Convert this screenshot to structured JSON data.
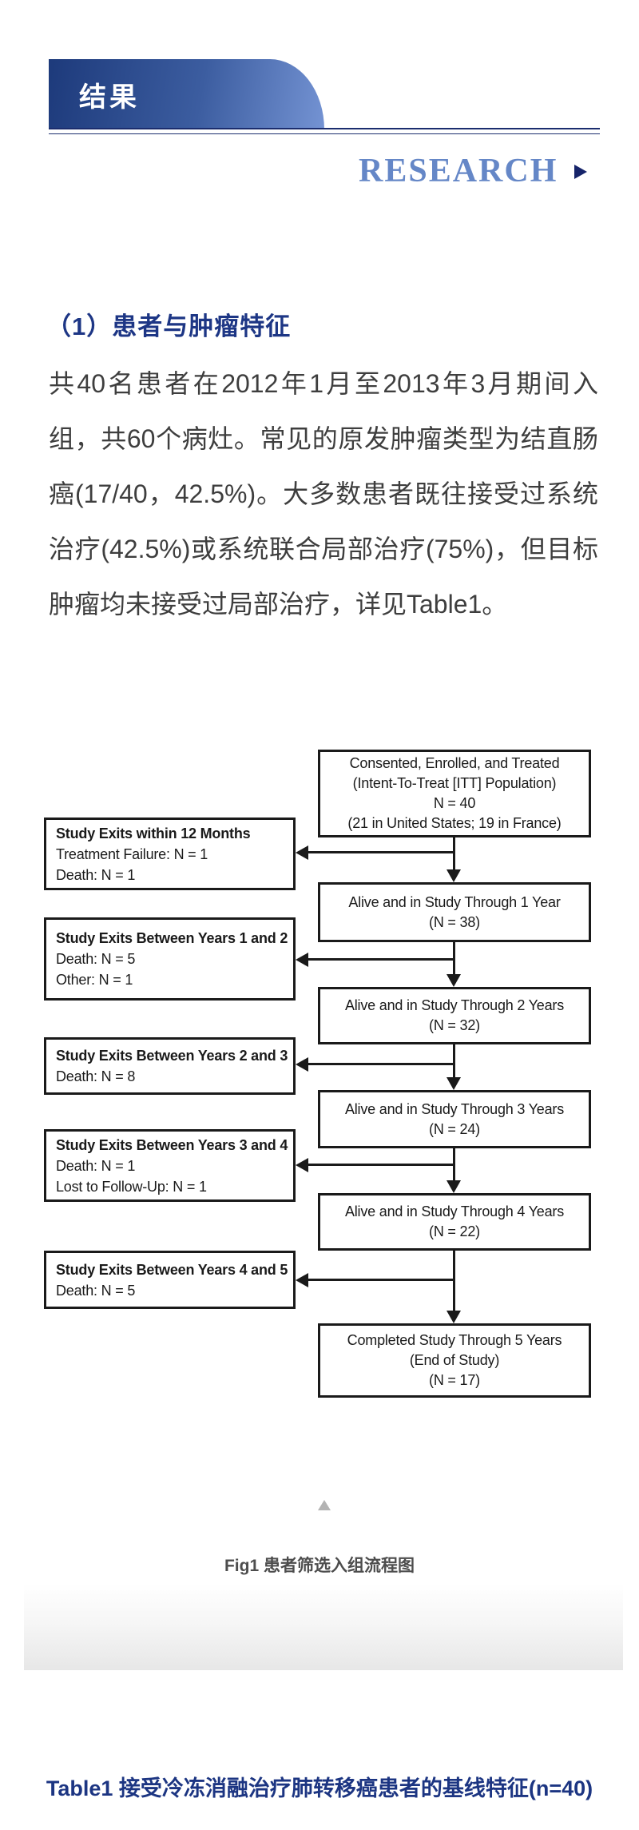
{
  "header": {
    "banner_title": "结果",
    "research_label": "RESEARCH"
  },
  "section": {
    "heading": "（1）患者与肿瘤特征",
    "paragraph": "共40名患者在2012年1月至2013年3月期间入组，共60个病灶。常见的原发肿瘤类型为结直肠癌(17/40，42.5%)。大多数患者既往接受过系统治疗(42.5%)或系统联合局部治疗(75%)，但目标肿瘤均未接受过局部治疗，详见Table1。"
  },
  "flowchart": {
    "main_boxes": [
      {
        "lines": [
          "Consented, Enrolled, and Treated",
          "(Intent-To-Treat [ITT] Population)",
          "N = 40",
          "(21 in United States; 19 in France)"
        ]
      },
      {
        "lines": [
          "Alive and in Study Through 1 Year",
          "(N = 38)"
        ]
      },
      {
        "lines": [
          "Alive and in Study Through 2 Years",
          "(N = 32)"
        ]
      },
      {
        "lines": [
          "Alive and in Study Through 3 Years",
          "(N = 24)"
        ]
      },
      {
        "lines": [
          "Alive and in Study Through 4 Years",
          "(N = 22)"
        ]
      },
      {
        "lines": [
          "Completed Study Through 5 Years",
          "(End of Study)",
          "(N = 17)"
        ]
      }
    ],
    "exit_boxes": [
      {
        "title": "Study Exits within 12 Months",
        "lines": [
          "Treatment Failure: N = 1",
          "Death: N = 1"
        ]
      },
      {
        "title": "Study Exits Between Years 1 and 2",
        "lines": [
          "Death: N = 5",
          "Other: N = 1"
        ]
      },
      {
        "title": "Study Exits Between Years 2 and 3",
        "lines": [
          "Death: N = 8"
        ]
      },
      {
        "title": "Study Exits Between Years 3 and 4",
        "lines": [
          "Death: N = 1",
          "Lost to Follow-Up: N = 1"
        ]
      },
      {
        "title": "Study Exits Between Years 4 and 5",
        "lines": [
          "Death: N = 5"
        ]
      }
    ]
  },
  "figure": {
    "caption": "Fig1 患者筛选入组流程图"
  },
  "table_section": {
    "title": "Table1 接受冷冻消融治疗肺转移癌患者的基线特征(n=40)"
  },
  "colors": {
    "banner_gradient_start": "#1d3a7b",
    "banner_gradient_end": "#7493d3",
    "rule_navy": "#1b2d6e",
    "research_blue": "#6587c7",
    "research_arrow_navy": "#16246a",
    "heading_navy": "#1d3685",
    "body_gray": "#3e3e3e",
    "flow_black": "#1a1a1a",
    "caption_gray": "#4d4d4d",
    "table_title_navy": "#1c3582"
  }
}
